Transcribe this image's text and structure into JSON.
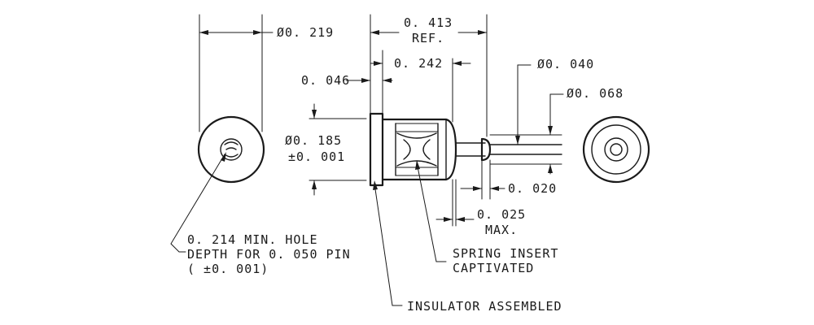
{
  "dimensions": {
    "dia_outer": "Ø0. 219",
    "overall_length": "0. 413",
    "overall_length_ref": "REF.",
    "flange_thickness": "0. 046",
    "body_length": "0. 242",
    "body_dia": "Ø0. 185",
    "body_dia_tol": "±0. 001",
    "pin_dia": "Ø0. 040",
    "collar_dia": "Ø0. 068",
    "collar_length": "0. 020",
    "tip_length": "0. 025",
    "tip_length_max": "MAX."
  },
  "notes": {
    "hole_line1": "0. 214 MIN.  HOLE",
    "hole_line2": "DEPTH FOR 0. 050 PIN",
    "hole_line3": "( ±0. 001)",
    "spring_line1": "SPRING INSERT",
    "spring_line2": "CAPTIVATED",
    "insulator": "INSULATOR ASSEMBLED"
  }
}
